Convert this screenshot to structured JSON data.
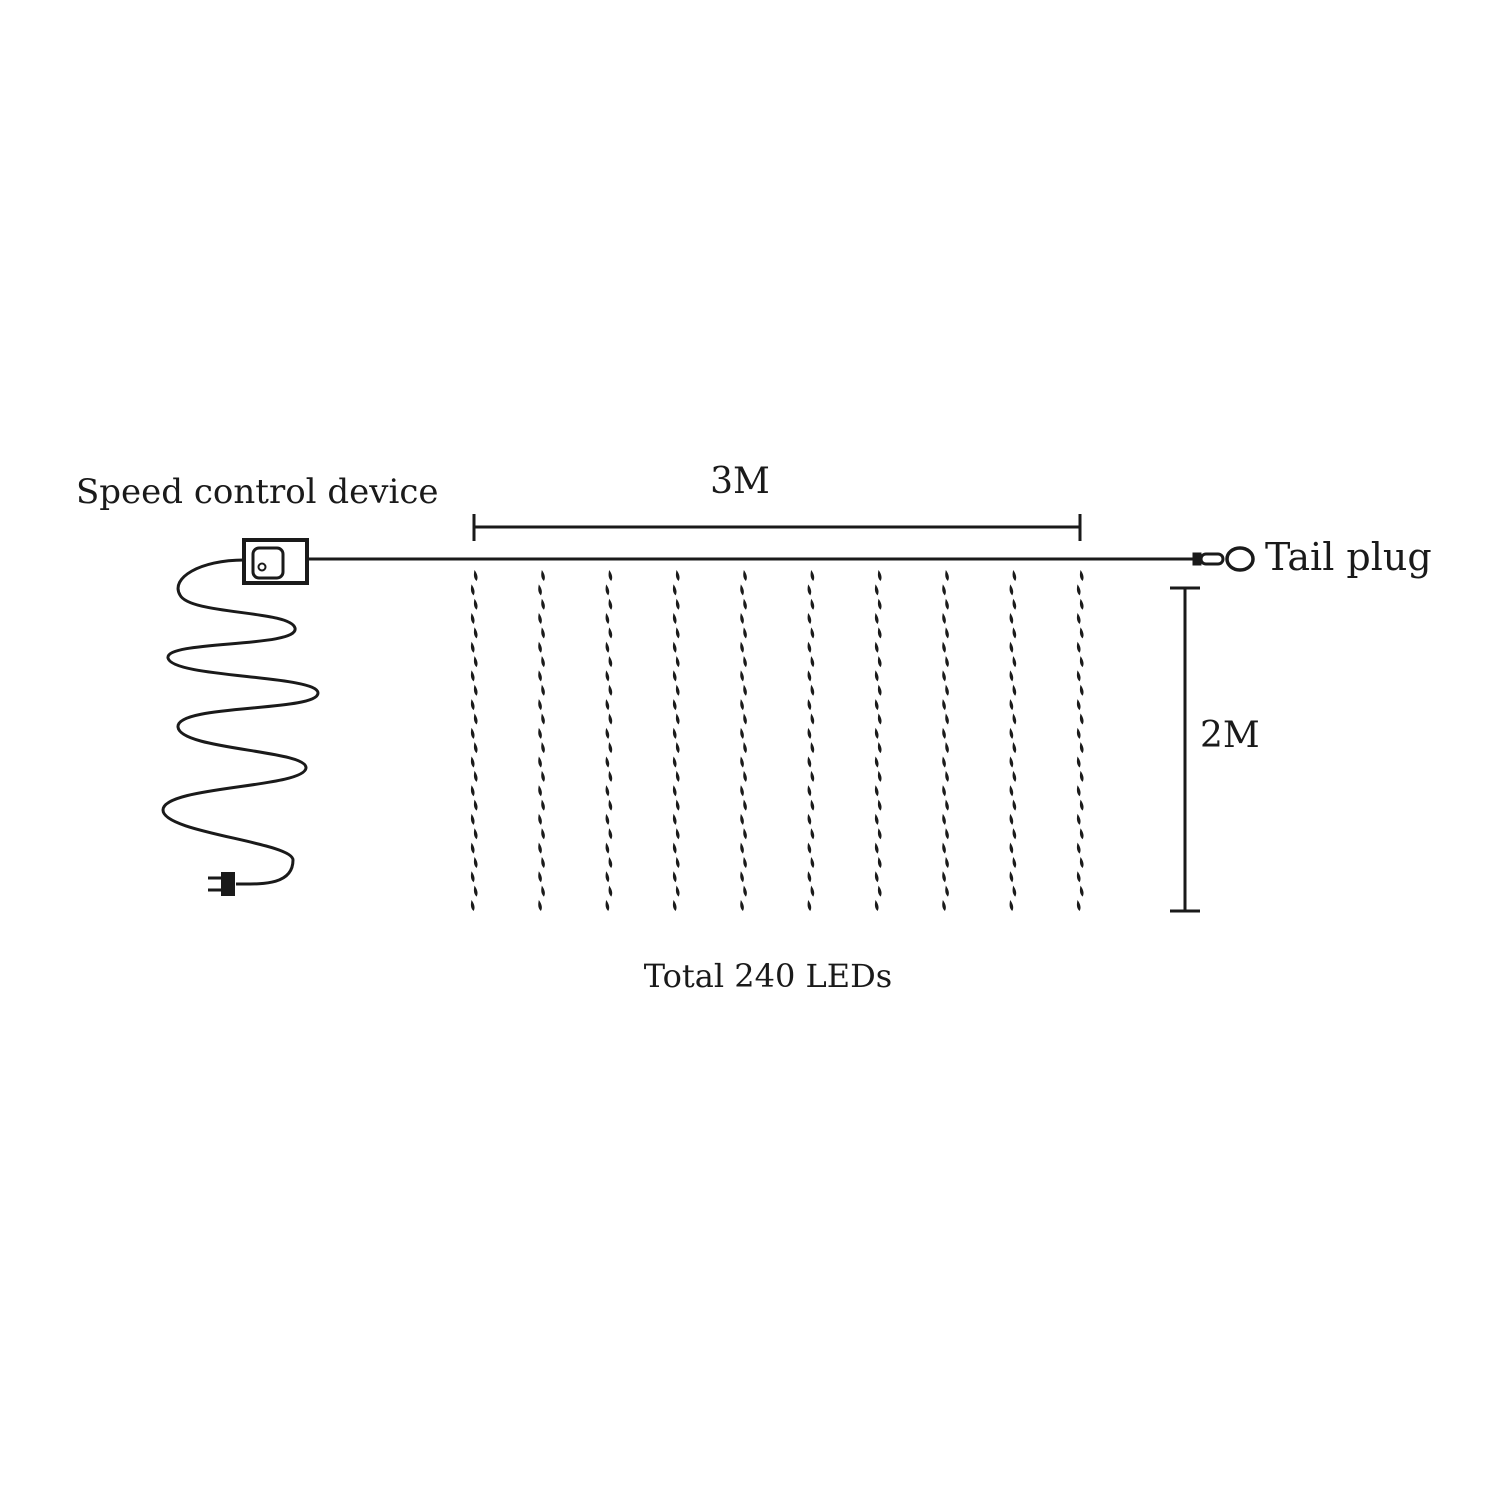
{
  "labels": {
    "controller": "Speed control device",
    "width": "3M",
    "height": "2M",
    "tail": "Tail plug",
    "total": "Total 240 LEDs"
  },
  "curtain": {
    "strand_count": 10,
    "leds_per_strand": 24,
    "total_leds": 240,
    "width_m": 3,
    "height_m": 2
  },
  "colors": {
    "line": "#1a1a1a",
    "background": "#ffffff"
  },
  "icons": {
    "controller": "control-box-icon",
    "power_plug": "power-plug-icon",
    "tail_plug": "tail-plug-icon"
  }
}
